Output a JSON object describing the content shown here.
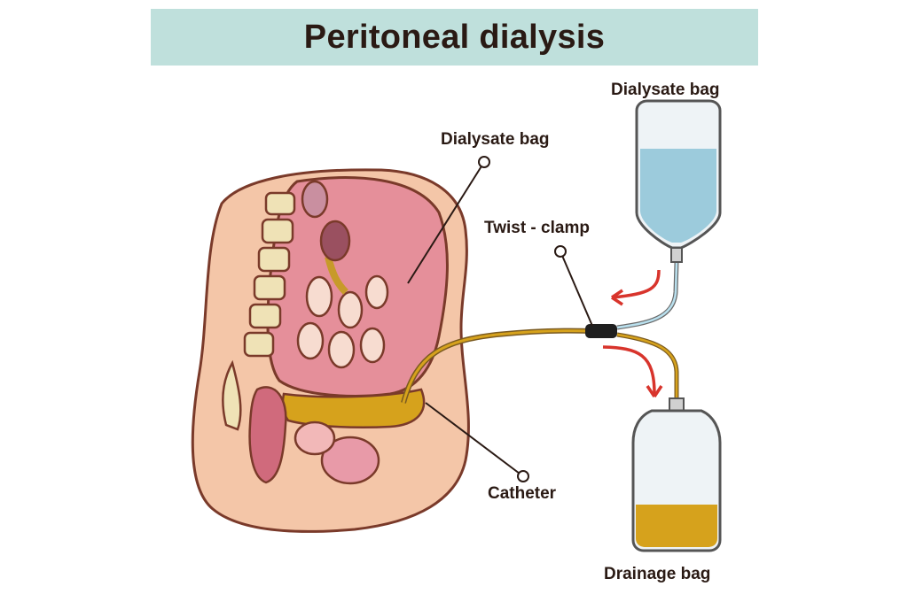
{
  "title": "Peritoneal dialysis",
  "labels": {
    "dialysate_bag_top": "Dialysate bag",
    "dialysate_bag_body": "Dialysate bag",
    "twist_clamp": "Twist - clamp",
    "catheter": "Catheter",
    "drainage_bag": "Drainage bag"
  },
  "colors": {
    "title_band": "#bfe0dc",
    "skin": "#f4c6a8",
    "peritoneal_cavity": "#e58f9a",
    "dialysate_fluid": "#9ccbdc",
    "drained_fluid": "#d6a21c",
    "flow_arrow": "#d8342c"
  }
}
